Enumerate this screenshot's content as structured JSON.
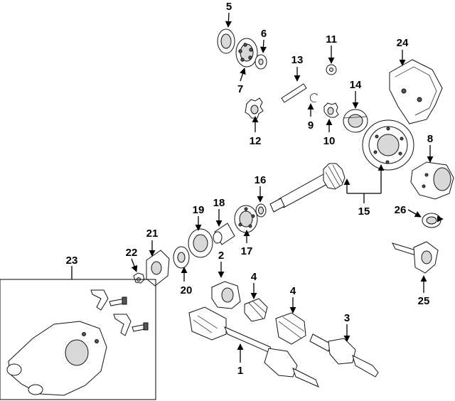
{
  "diagram": {
    "callouts": {
      "c1": "1",
      "c2": "2",
      "c3": "3",
      "c4a": "4",
      "c4b": "4",
      "c5": "5",
      "c6": "6",
      "c7": "7",
      "c8": "8",
      "c9": "9",
      "c10": "10",
      "c11": "11",
      "c12": "12",
      "c13": "13",
      "c14": "14",
      "c15": "15",
      "c16": "16",
      "c17": "17",
      "c18": "18",
      "c19": "19",
      "c20": "20",
      "c21": "21",
      "c22": "22",
      "c23": "23",
      "c24": "24",
      "c25": "25",
      "c26": "26"
    }
  }
}
